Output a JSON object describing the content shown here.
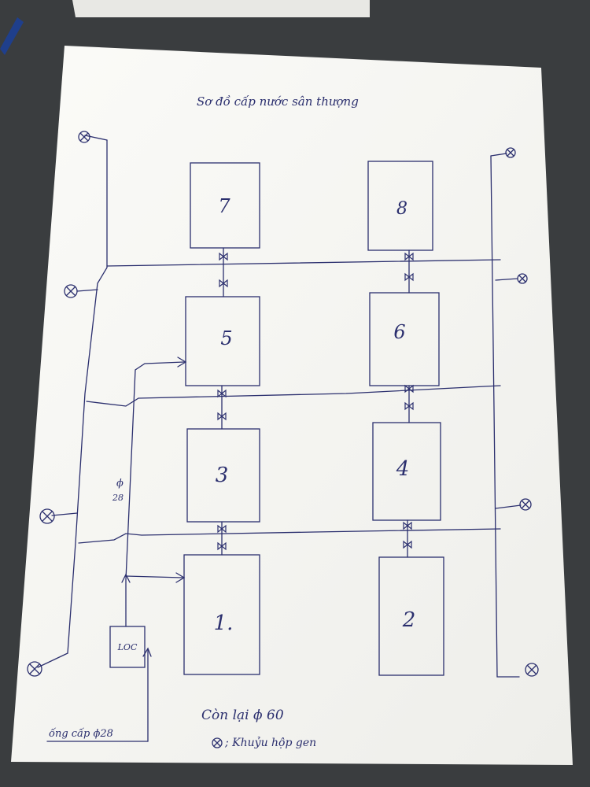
{
  "title": "Sơ đồ cấp nước sân thượng",
  "blocks": [
    {
      "id": "7",
      "label": "7"
    },
    {
      "id": "8",
      "label": "8"
    },
    {
      "id": "5",
      "label": "5"
    },
    {
      "id": "6",
      "label": "6"
    },
    {
      "id": "3",
      "label": "3"
    },
    {
      "id": "4",
      "label": "4"
    },
    {
      "id": "1",
      "label": "1."
    },
    {
      "id": "2",
      "label": "2"
    }
  ],
  "filter_label": "LOC",
  "pipe_size_label": {
    "symbol": "ϕ",
    "value": "28"
  },
  "supply_label": "ống cấp ϕ28",
  "note_remaining": "Còn lại ϕ 60",
  "legend": {
    "symbol": "⊗",
    "text": "; Khuỷu hộp gen"
  },
  "colors": {
    "ink": "#2b2f6e",
    "paper": "#f7f7f4",
    "background": "#3a3d3f"
  }
}
